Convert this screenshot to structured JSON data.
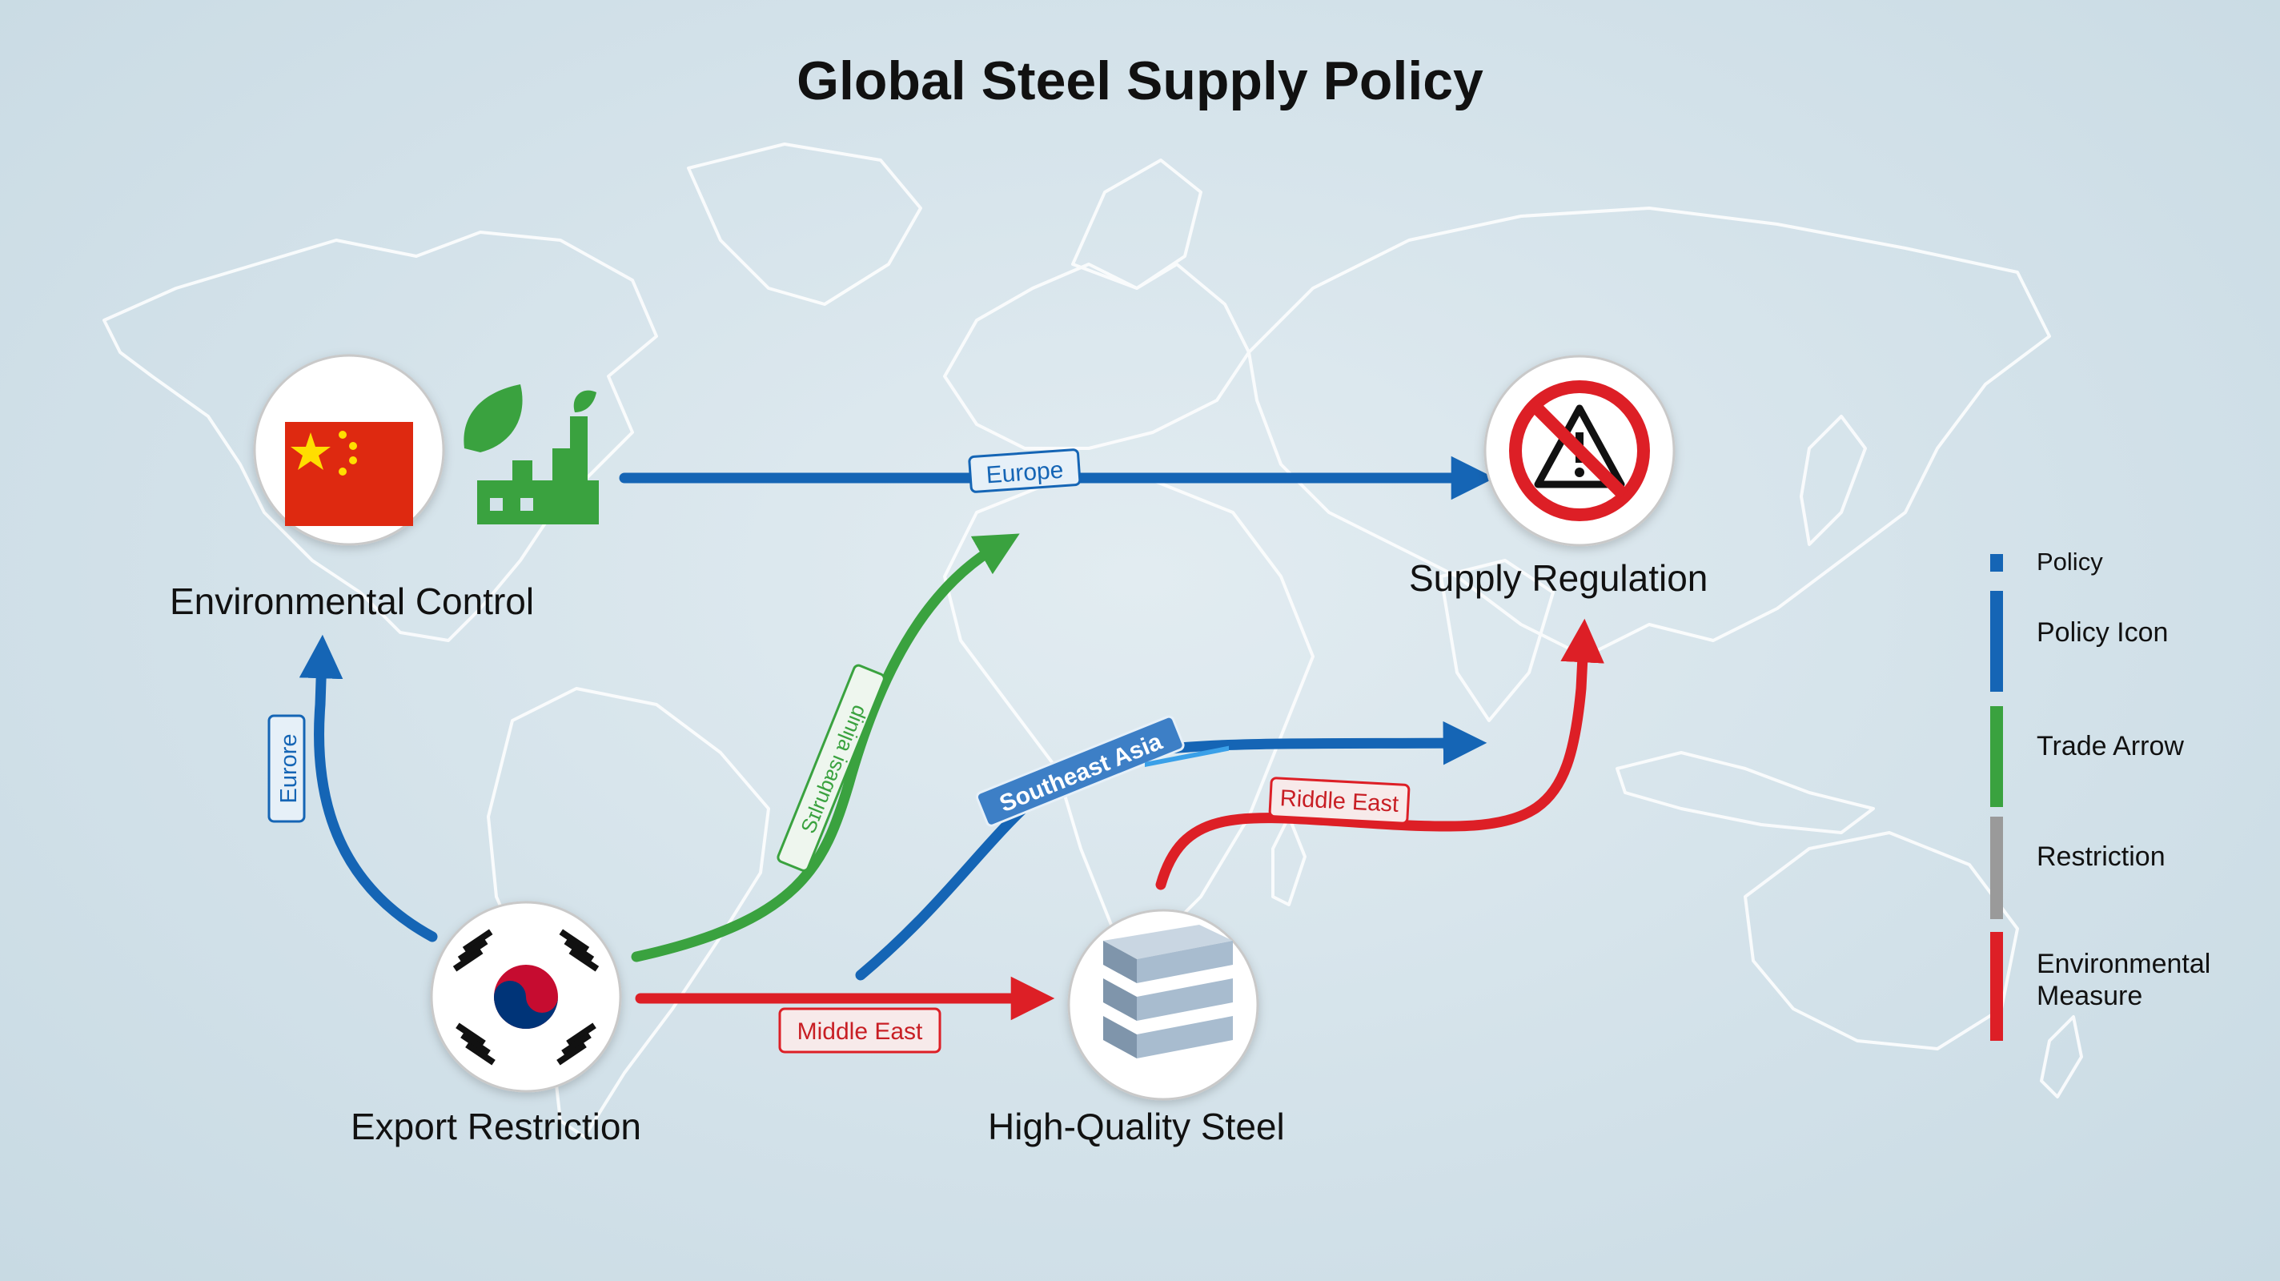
{
  "title": "Global Steel Supply Policy",
  "nodes": {
    "china": {
      "label": "Environmental Control",
      "icon": "china-flag-icon"
    },
    "factory": {
      "icon": "green-factory-leaf-icon"
    },
    "korea": {
      "label": "Export Restriction",
      "icon": "south-korea-flag-icon"
    },
    "steel": {
      "label": "High-Quality Steel",
      "icon": "steel-stack-icon"
    },
    "regulation": {
      "label": "Supply Regulation",
      "icon": "prohibited-warning-icon"
    }
  },
  "arrows": {
    "china_to_regulation": {
      "label": "Europe",
      "color": "#1565b5"
    },
    "korea_to_china": {
      "label": "Eurore",
      "color": "#1565b5"
    },
    "korea_to_europe": {
      "label": "Sɪlrubɐsᴉ ɐlᴉuᴉp",
      "color": "#3aa23f"
    },
    "korea_to_asia": {
      "label": "Southeast Asia",
      "color": "#1565b5"
    },
    "korea_to_steel": {
      "label": "Middle East",
      "color": "#dd1f26"
    },
    "steel_to_regulation": {
      "label": "Riddle East",
      "color": "#dd1f26"
    }
  },
  "legend": {
    "items": [
      {
        "label": "Policy",
        "color": "#1565b5"
      },
      {
        "label": "Policy Icon",
        "color": "#1565b5"
      },
      {
        "label": "Trade Arrow",
        "color": "#3aa23f"
      },
      {
        "label": "Restriction",
        "color": "#9a9a9a"
      },
      {
        "label": "Environmental",
        "label2": "Measure",
        "color": "#dd1f26"
      }
    ]
  }
}
